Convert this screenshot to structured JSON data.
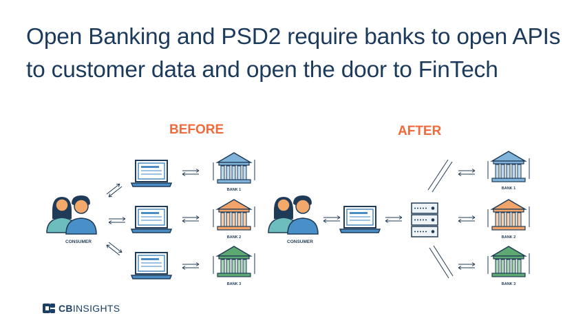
{
  "title_line1": "Open Banking and PSD2 require banks to open APIs",
  "title_line2": "to customer data and open the door to FinTech",
  "before": {
    "heading": "BEFORE",
    "consumer_label": "CONSUMER",
    "banks": [
      "BANK 1",
      "BANK 2",
      "BANK 3"
    ]
  },
  "after": {
    "heading": "AFTER",
    "consumer_label": "CONSUMER",
    "banks": [
      "BANK 1",
      "BANK 2",
      "BANK 3"
    ]
  },
  "brand": {
    "mark": "CB",
    "name": "INSIGHTS"
  },
  "colors": {
    "title": "#1b3a5c",
    "accent": "#f26a3b",
    "bank1": "#7fb3d9",
    "bank2": "#f0a36a",
    "bank3": "#5ea872",
    "laptop": "#4a8cc4",
    "server": "#e6eef5"
  }
}
